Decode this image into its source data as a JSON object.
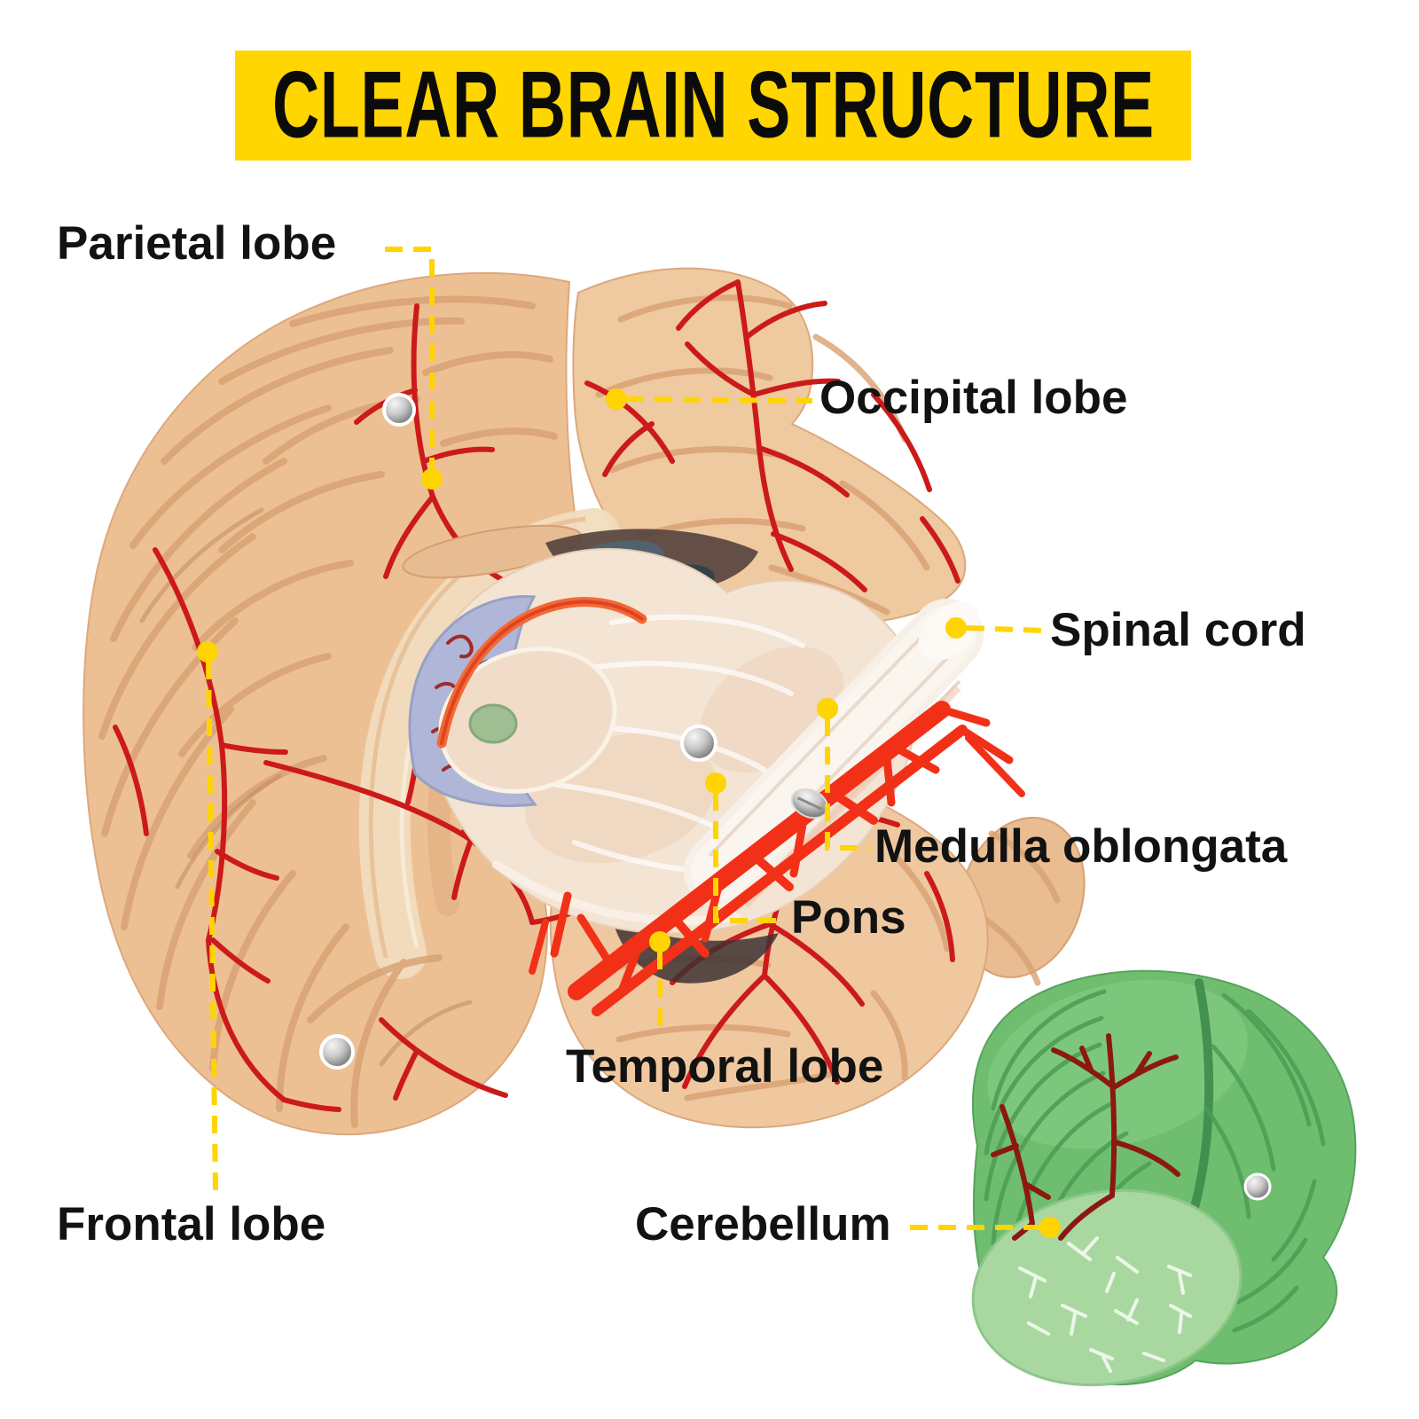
{
  "title": "CLEAR BRAIN STRUCTURE",
  "labels": {
    "parietal": "Parietal lobe",
    "occipital": "Occipital lobe",
    "spinal": "Spinal cord",
    "medulla": "Medulla oblongata",
    "pons": "Pons",
    "temporal": "Temporal lobe",
    "frontal": "Frontal lobe",
    "cerebellum": "Cerebellum"
  },
  "colors": {
    "background": "#FFFFFF",
    "banner_yellow": "#FFD502",
    "title_black": "#0B0B0B",
    "label_black": "#121212",
    "leader_yellow": "#FFD400",
    "brain_tan": "#EDC094",
    "brain_sulci": "#D8A172",
    "artery_red": "#CC1A1A",
    "basilar_red": "#F23018",
    "brainstem_cream": "#F3E4D4",
    "hippocampus_lavender": "#AFB6D8",
    "spinal_rod_white": "#F7F0E8",
    "cerebellum_green": "#6FBE70",
    "cerebellum_cut_green": "#A8D8A0",
    "cerebellum_artery_maroon": "#8C1812",
    "pin_silver": "#9A9A9A"
  }
}
